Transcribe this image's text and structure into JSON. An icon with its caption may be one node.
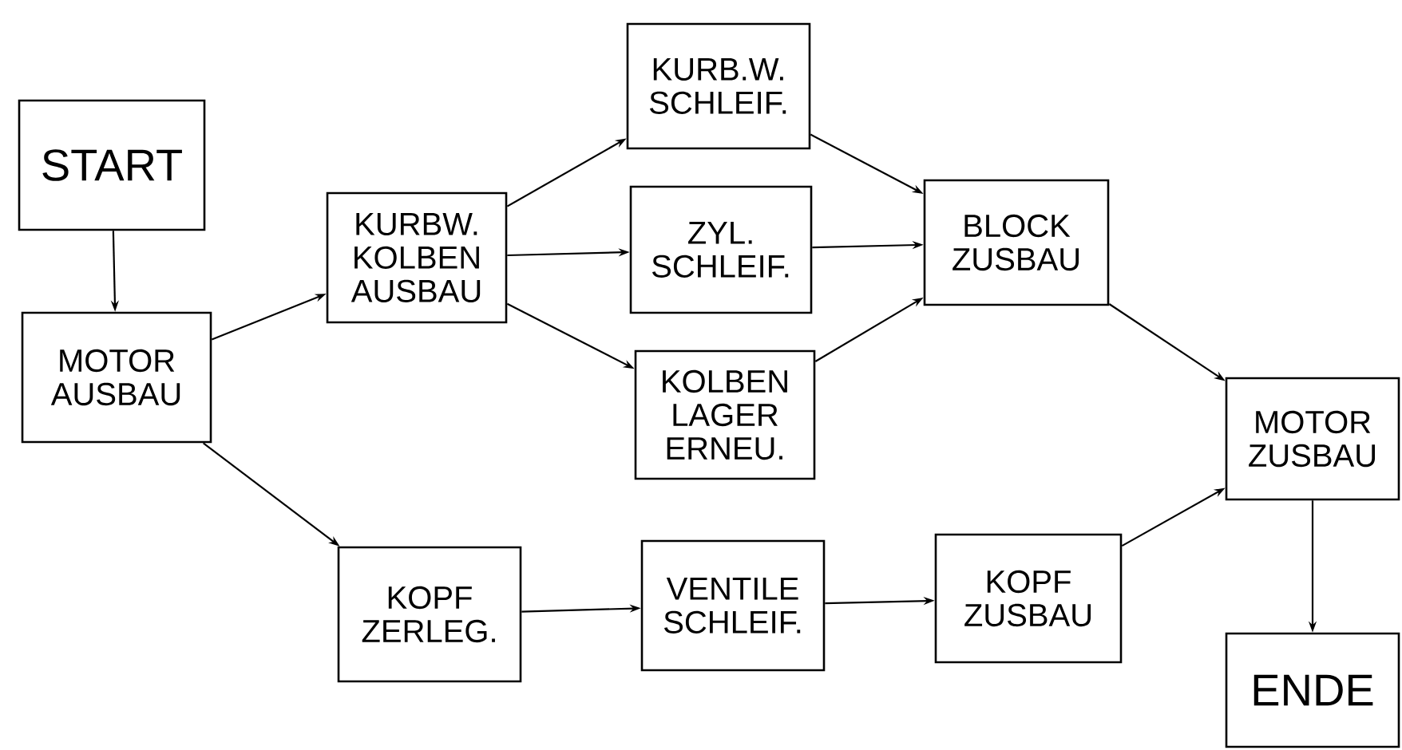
{
  "diagram": {
    "nodes": [
      {
        "text": [
          "START"
        ]
      },
      {
        "text": [
          "MOTOR AUSBAU"
        ]
      },
      {
        "text": [
          "KURBW. KOLBEN AUSBAU"
        ]
      },
      {
        "text": [
          "KURB.W. SCHLEIF."
        ]
      },
      {
        "text": [
          "ZYL. SCHLEIF."
        ]
      },
      {
        "text": [
          "KOLBEN LAGER ERNEU."
        ]
      },
      {
        "text": [
          "BLOCK ZUSBAU"
        ]
      },
      {
        "text": [
          "KOPF ZERLEG."
        ]
      },
      {
        "text": [
          "VENTILE SCHLEIF."
        ]
      },
      {
        "text": [
          "KOPF ZUSBAU"
        ]
      },
      {
        "text": [
          "MOTOR ZUSBAU"
        ]
      },
      {
        "text": [
          "ENDE"
        ]
      }
    ],
    "edges": [
      {
        "from": 0,
        "to": 1,
        "arrow": "to"
      },
      {
        "from": 1,
        "to": 2,
        "arrow": "to"
      },
      {
        "from": 1,
        "to": 7,
        "arrow": "to"
      },
      {
        "from": 2,
        "to": 3,
        "arrow": "to"
      },
      {
        "from": 2,
        "to": 4,
        "arrow": "to"
      },
      {
        "from": 2,
        "to": 5,
        "arrow": "to"
      },
      {
        "from": 3,
        "to": 6,
        "arrow": "to"
      },
      {
        "from": 4,
        "to": 6,
        "arrow": "to"
      },
      {
        "from": 5,
        "to": 6,
        "arrow": "to"
      },
      {
        "from": 7,
        "to": 8,
        "arrow": "to"
      },
      {
        "from": 8,
        "to": 9,
        "arrow": "to"
      },
      {
        "from": 6,
        "to": 10,
        "arrow": "to"
      },
      {
        "from": 9,
        "to": 10,
        "arrow": "to"
      },
      {
        "from": 10,
        "to": 11,
        "arrow": "to"
      }
    ]
  }
}
